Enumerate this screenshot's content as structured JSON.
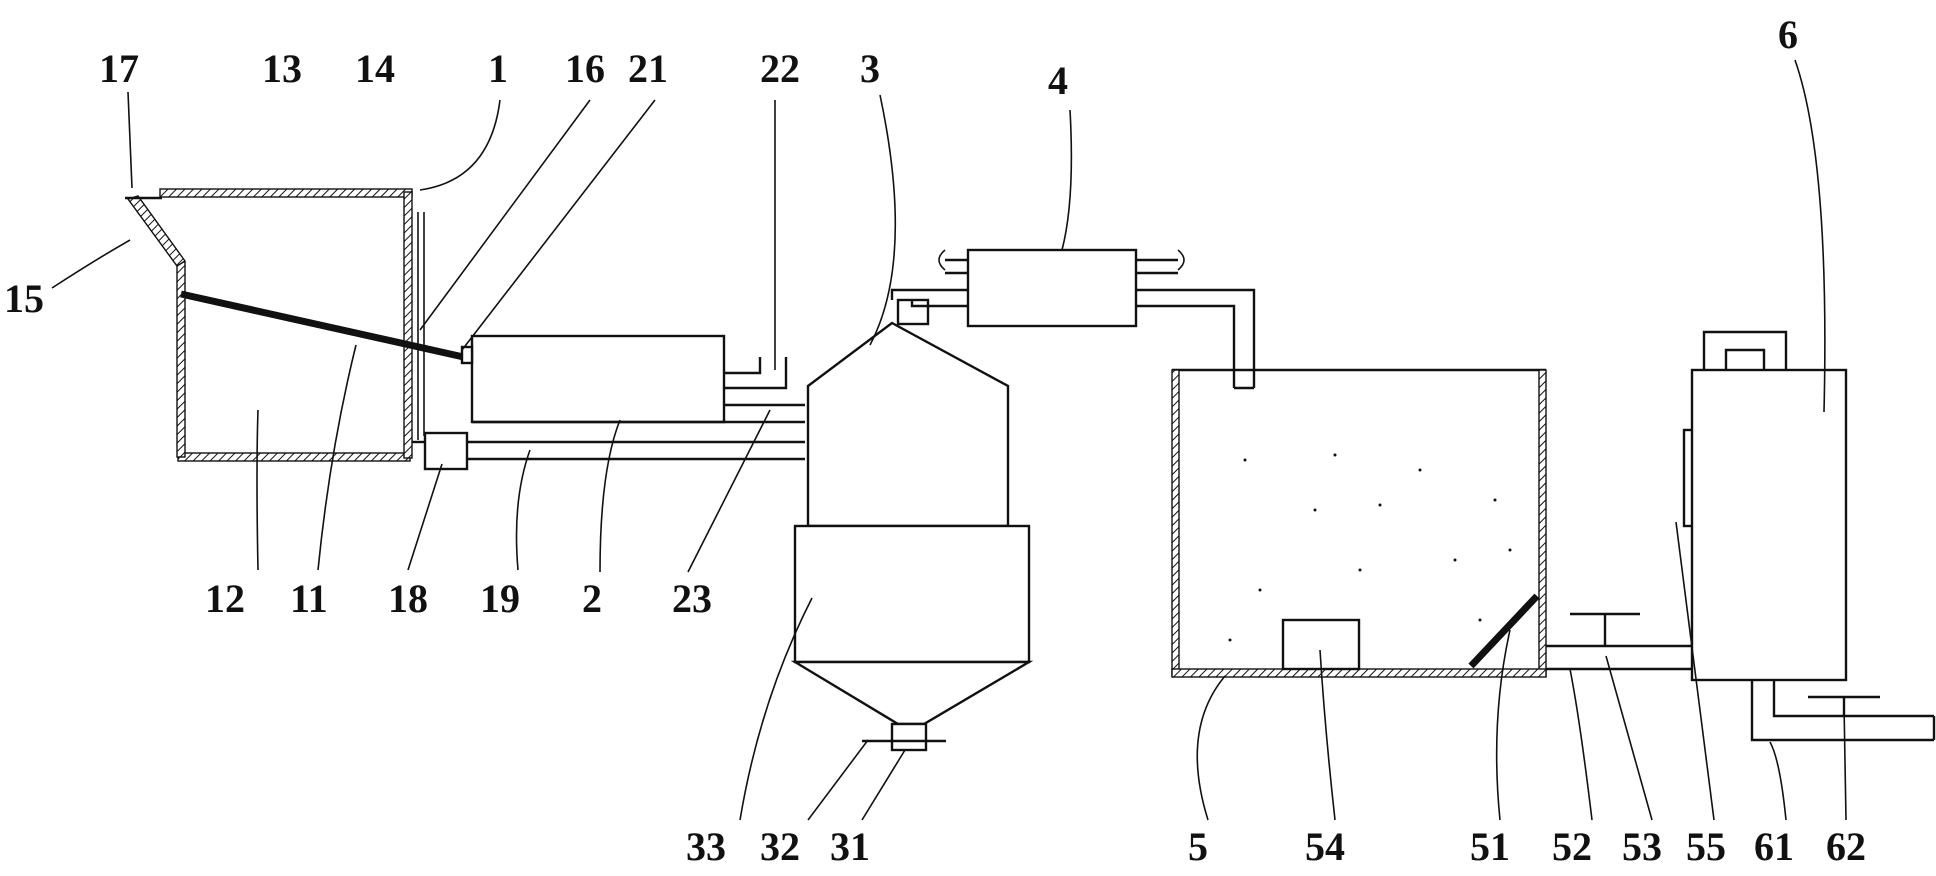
{
  "colors": {
    "line": "#111111",
    "background": "#ffffff"
  },
  "labels": {
    "l17": "17",
    "l13": "13",
    "l14": "14",
    "l1": "1",
    "l16": "16",
    "l21": "21",
    "l22": "22",
    "l3": "3",
    "l4": "4",
    "l6": "6",
    "l15": "15",
    "l12": "12",
    "l11": "11",
    "l18": "18",
    "l19": "19",
    "l2": "2",
    "l23": "23",
    "l33": "33",
    "l32": "32",
    "l31": "31",
    "l5": "5",
    "l54": "54",
    "l51": "51",
    "l52": "52",
    "l53": "53",
    "l55": "55",
    "l61": "61",
    "l62": "62"
  }
}
